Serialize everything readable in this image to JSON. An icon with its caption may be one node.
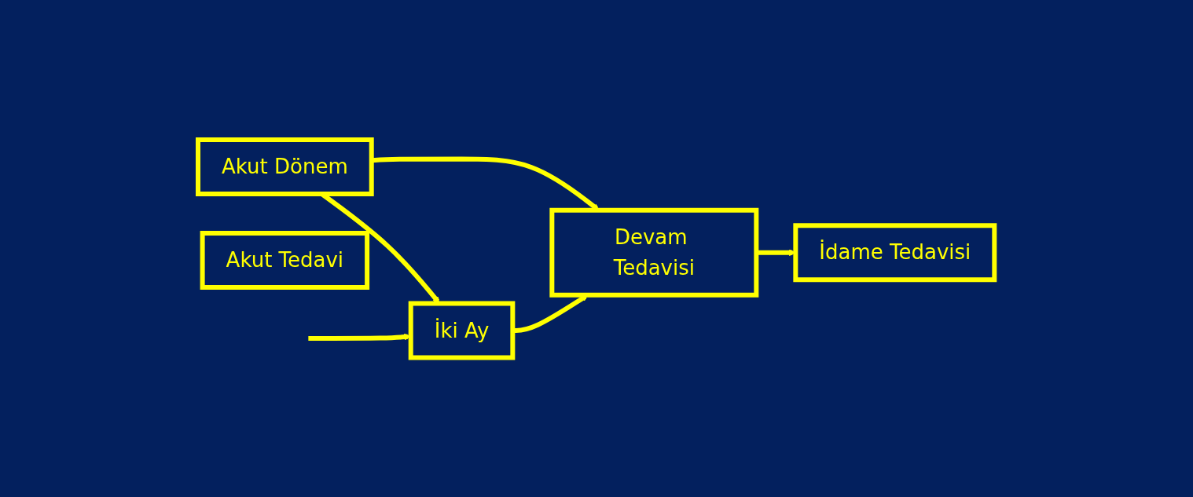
{
  "diagram": {
    "nodes": [
      {
        "text": [
          "Akut Dönem"
        ]
      },
      {
        "text": [
          "Devam Tedavisi"
        ]
      },
      {
        "text": [
          "İdame Tedavisi"
        ]
      },
      {
        "text": [
          "İki Ay"
        ]
      },
      {
        "text": [
          "Akut Tedavi"
        ]
      }
    ],
    "edges": [
      {
        "from": 0,
        "to": 1,
        "arrow": "to"
      },
      {
        "from": 1,
        "to": 2,
        "arrow": "to"
      },
      {
        "from": 0,
        "to": 3,
        "arrow": "to"
      },
      {
        "from": 3,
        "to": 1,
        "arrow": "to"
      },
      {
        "from": null,
        "to": 3,
        "arrow": "to"
      }
    ]
  }
}
